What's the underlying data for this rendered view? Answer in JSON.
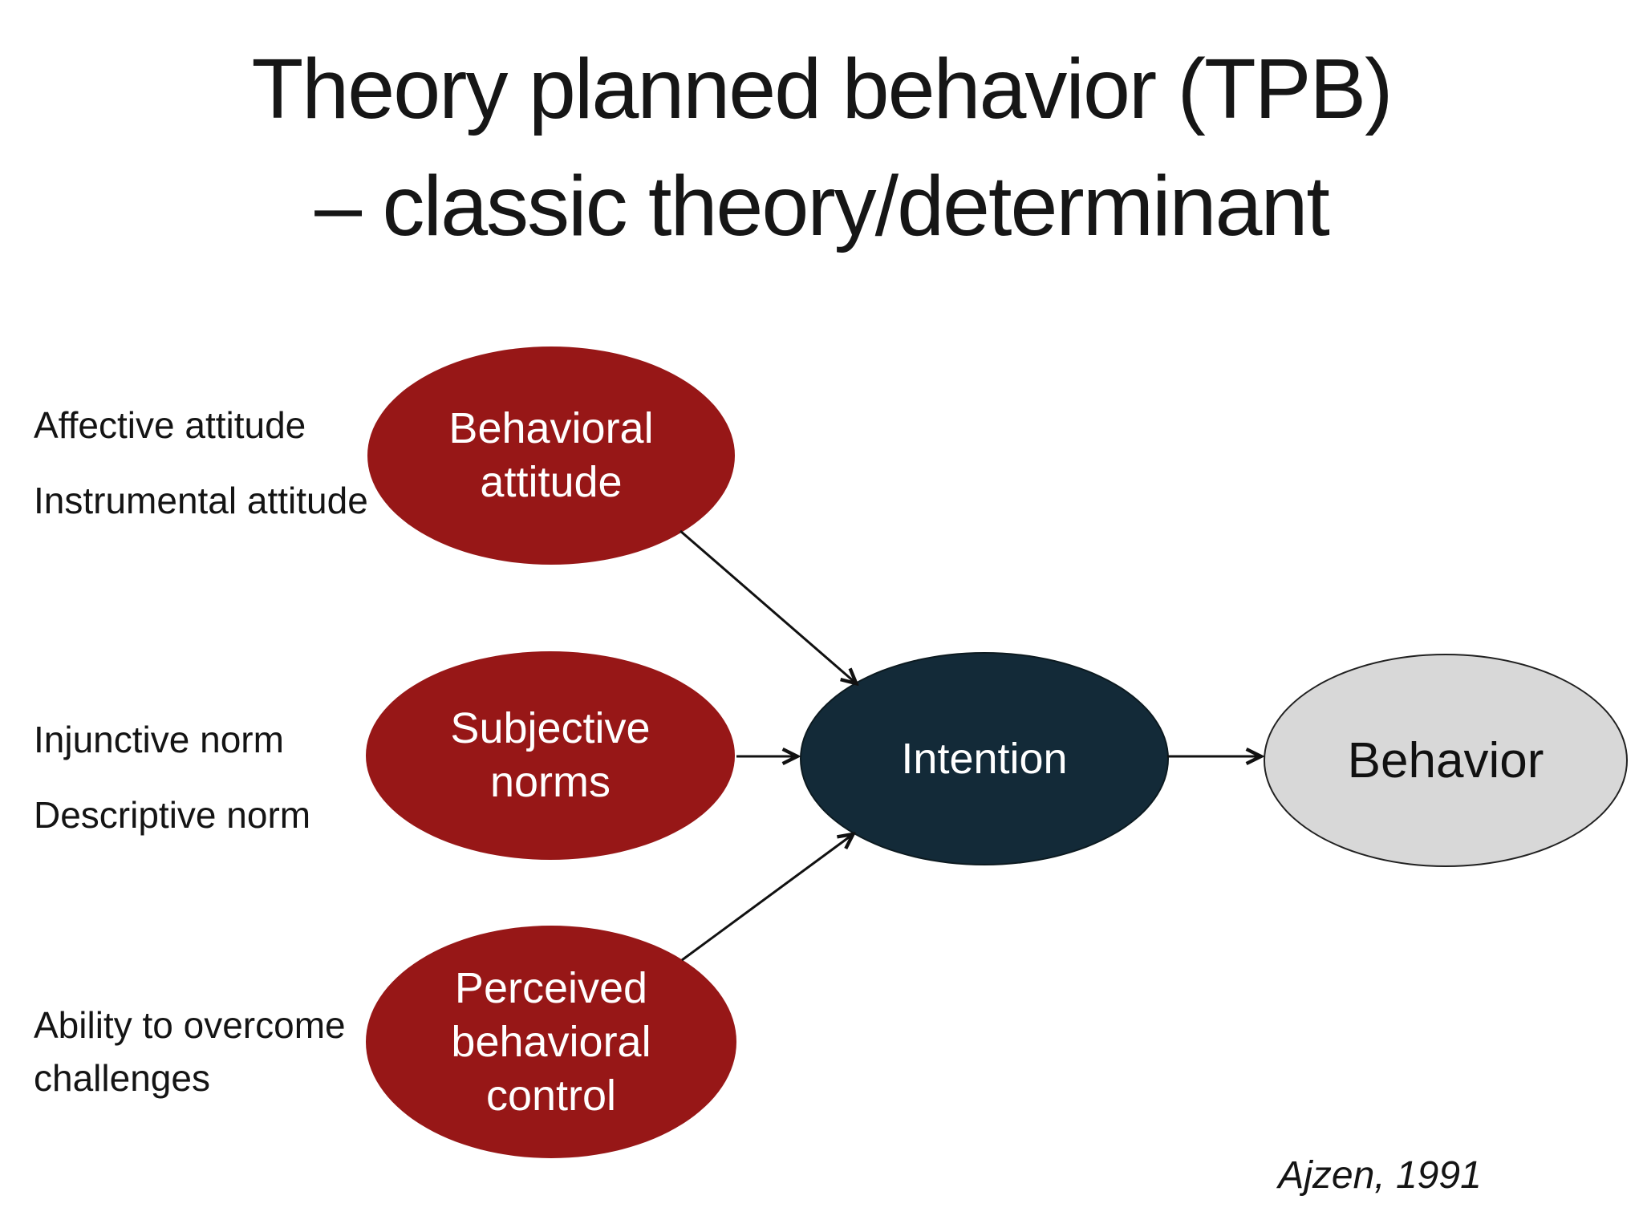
{
  "slide": {
    "title_line1": "Theory planned behavior (TPB)",
    "title_line2": "– classic theory/determinant",
    "citation": "Ajzen, 1991",
    "background_color": "#FFFFFF"
  },
  "diagram": {
    "side_labels": [
      {
        "lines": [
          "Affective attitude",
          "Instrumental attitude"
        ]
      },
      {
        "lines": [
          "Injunctive norm",
          "Descriptive norm"
        ]
      },
      {
        "lines": [
          "Ability to overcome challenges"
        ]
      }
    ],
    "nodes": [
      {
        "id": "behavioral-attitude",
        "label": "Behavioral attitude",
        "fill": "#971717",
        "text_color": "#FFFFFF"
      },
      {
        "id": "subjective-norms",
        "label": "Subjective norms",
        "fill": "#971717",
        "text_color": "#FFFFFF"
      },
      {
        "id": "perceived-behavioral-control",
        "label": "Perceived behavioral control",
        "fill": "#971717",
        "text_color": "#FFFFFF"
      },
      {
        "id": "intention",
        "label": "Intention",
        "fill": "#132A38",
        "text_color": "#FFFFFF"
      },
      {
        "id": "behavior",
        "label": "Behavior",
        "fill": "#D8D8D8",
        "text_color": "#111111"
      }
    ],
    "edges": [
      {
        "from": "behavioral-attitude",
        "to": "intention"
      },
      {
        "from": "subjective-norms",
        "to": "intention"
      },
      {
        "from": "perceived-behavioral-control",
        "to": "intention"
      },
      {
        "from": "intention",
        "to": "behavior"
      }
    ],
    "arrow_color": "#111111"
  }
}
